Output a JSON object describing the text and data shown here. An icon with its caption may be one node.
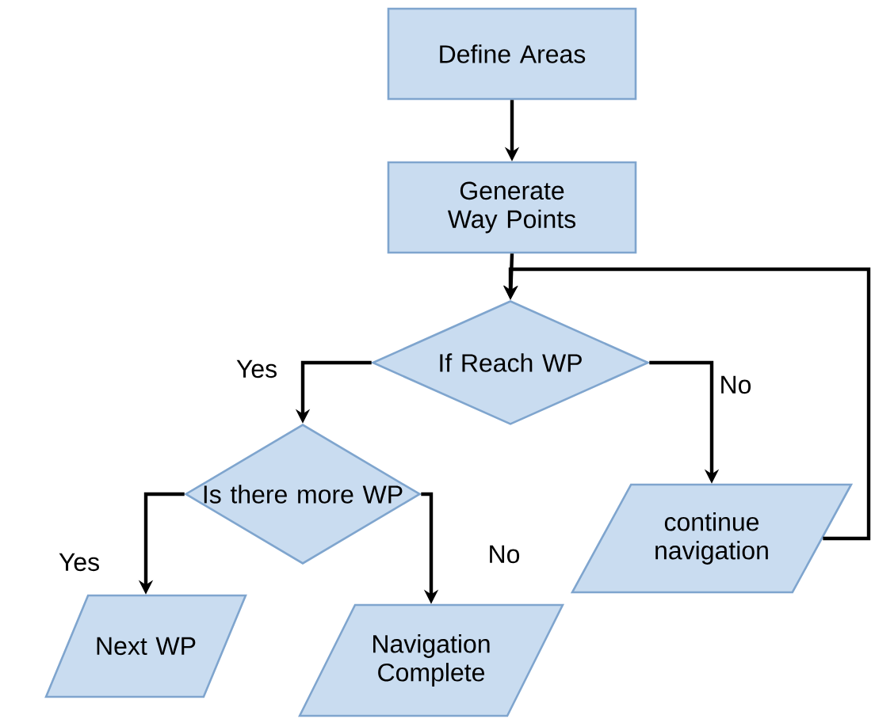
{
  "diagram": {
    "nodes": [
      {
        "text": [
          "Define Areas"
        ]
      },
      {
        "text": [
          "Generate Way Points"
        ]
      },
      {
        "text": [
          "If Reach WP"
        ]
      },
      {
        "text": [
          "Is there more WP"
        ]
      },
      {
        "text": [
          "continue navigation"
        ]
      },
      {
        "text": [
          "Next WP"
        ]
      },
      {
        "text": [
          "Navigation Complete"
        ]
      }
    ],
    "edges": [
      {
        "from": 0,
        "to": 1,
        "arrow": "to"
      },
      {
        "from": 1,
        "to": 2,
        "arrow": "to"
      },
      {
        "from": 2,
        "to": 3,
        "arrow": "to",
        "label": "Yes"
      },
      {
        "from": 2,
        "to": 4,
        "arrow": "to",
        "label": "No"
      },
      {
        "from": 3,
        "to": 5,
        "arrow": "to",
        "label": "Yes"
      },
      {
        "from": 3,
        "to": 6,
        "arrow": "to",
        "label": "No"
      },
      {
        "from": 4,
        "to": 2,
        "arrow": "to"
      }
    ]
  }
}
